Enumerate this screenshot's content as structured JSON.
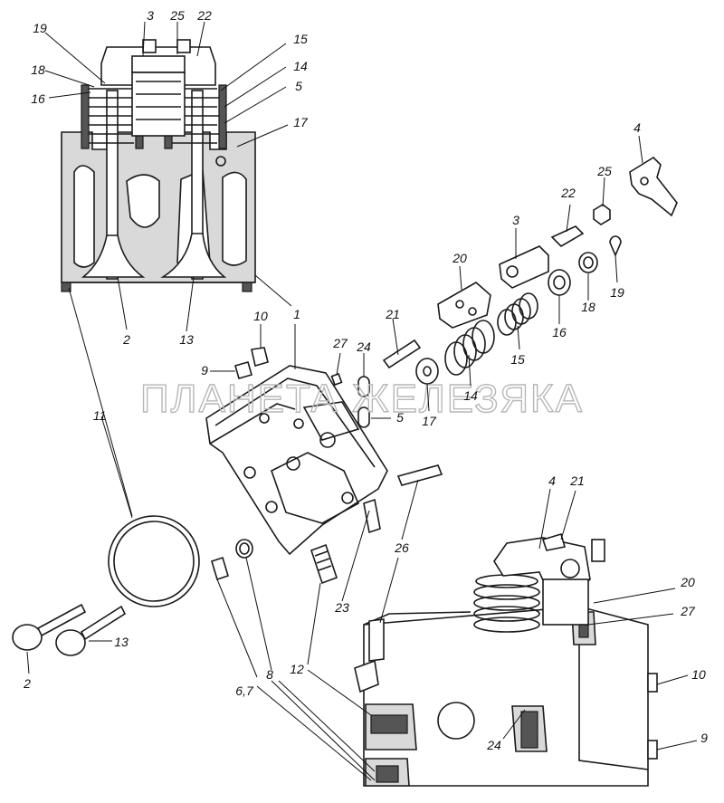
{
  "watermark": "ПЛАНЕТА ЖЕЛЕЗЯКА",
  "labels": {
    "tl_3": "3",
    "tl_25": "25",
    "tl_22": "22",
    "tl_19": "19",
    "tl_18": "18",
    "tl_16": "16",
    "tl_15": "15",
    "tl_14": "14",
    "tl_5": "5",
    "tl_17": "17",
    "tl_2": "2",
    "tl_13": "13",
    "tl_1": "1",
    "ex_4": "4",
    "ex_25": "25",
    "ex_22": "22",
    "ex_3": "3",
    "ex_20": "20",
    "ex_19": "19",
    "ex_18": "18",
    "ex_16": "16",
    "ex_15": "15",
    "ex_21": "21",
    "ex_27": "27",
    "ex_24": "24",
    "ex_10": "10",
    "ex_9": "9",
    "ex_14": "14",
    "ex_5": "5",
    "ex_17": "17",
    "ex_11": "11",
    "ex_26": "26",
    "ex_23": "23",
    "ex_12": "12",
    "ex_8": "8",
    "ex_67": "6,7",
    "ex_2": "2",
    "ex_13": "13",
    "bl_4": "4",
    "bl_21": "21",
    "bl_20": "20",
    "bl_27": "27",
    "bl_24": "24",
    "bl_10": "10",
    "bl_9": "9"
  }
}
